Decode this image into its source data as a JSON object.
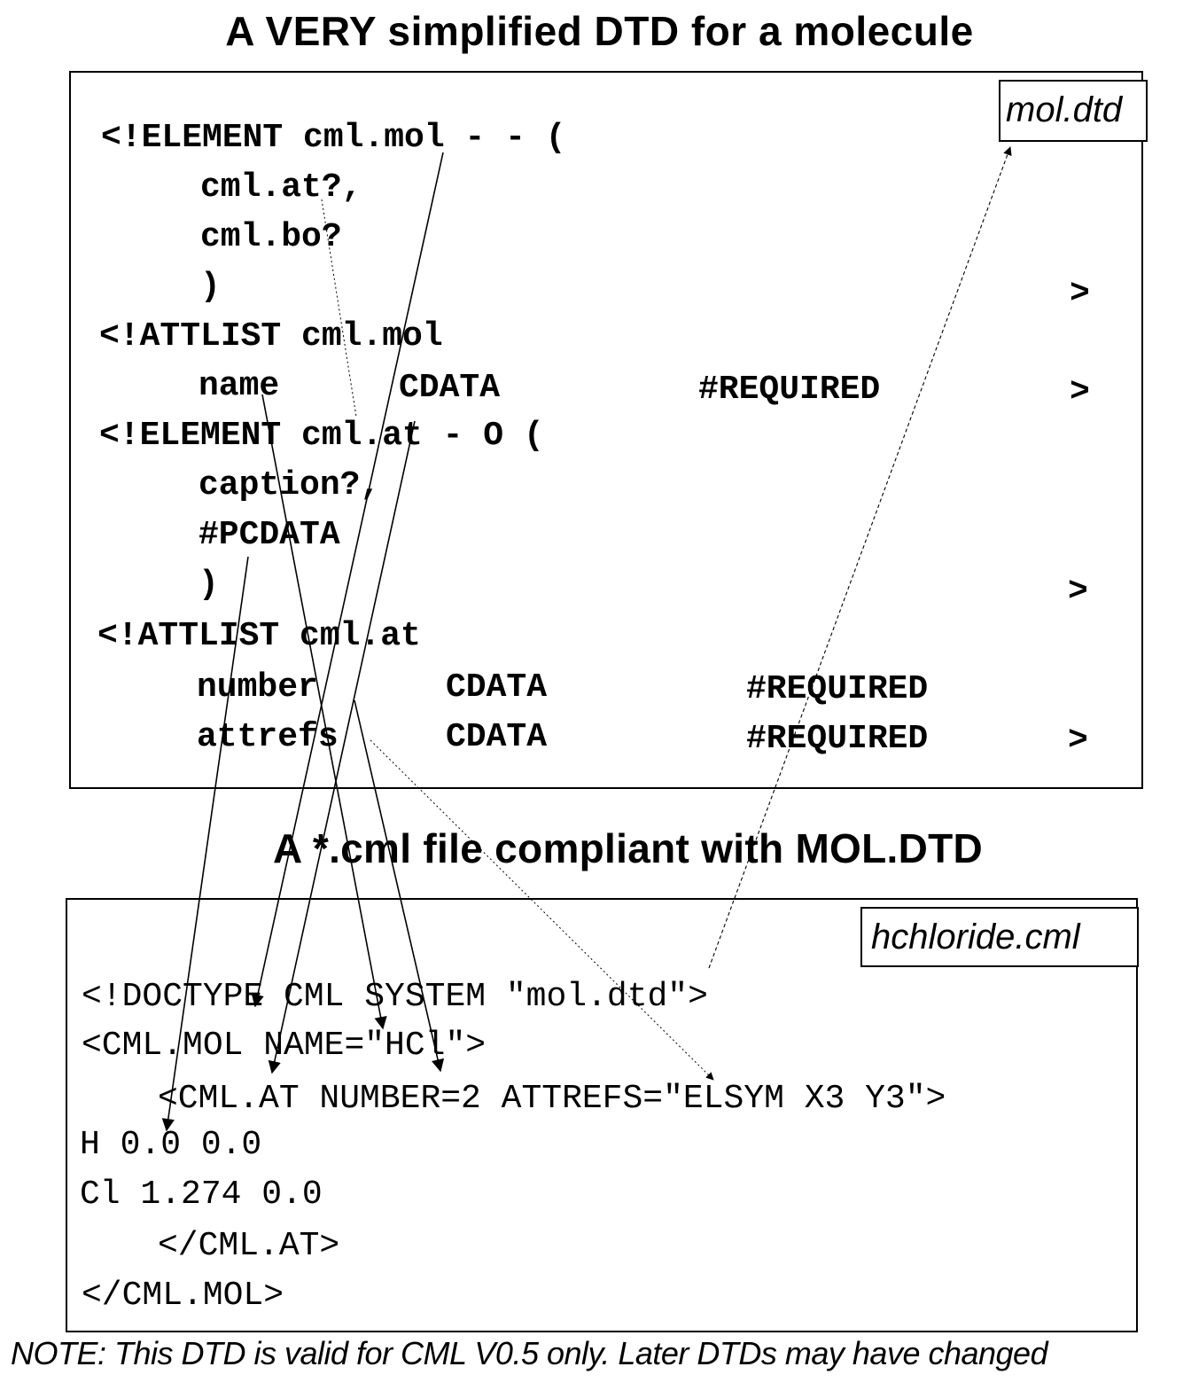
{
  "title_top": "A VERY simplified DTD for a molecule",
  "title_mid": "A *.cml file compliant with MOL.DTD",
  "dtd_filename": "mol.dtd",
  "cml_filename": "hchloride.cml",
  "dtd_lines": {
    "l1": "<!ELEMENT cml.mol - - (",
    "l2": "cml.at?,",
    "l3": "cml.bo?",
    "l4": ")",
    "l4_end": ">",
    "l5": "<!ATTLIST cml.mol",
    "l6_name": "name",
    "l6_type": "CDATA",
    "l6_req": "#REQUIRED",
    "l6_end": ">",
    "l7": "<!ELEMENT cml.at - O (",
    "l8": "caption?,",
    "l9": "#PCDATA",
    "l10": ")",
    "l10_end": ">",
    "l11": "<!ATTLIST cml.at",
    "l12_name": "number",
    "l12_type": "CDATA",
    "l12_req": "#REQUIRED",
    "l13_name": "attrefs",
    "l13_type": "CDATA",
    "l13_req": "#REQUIRED",
    "l13_end": ">"
  },
  "cml_lines": {
    "l1": "<!DOCTYPE CML SYSTEM \"mol.dtd\">",
    "l2": "<CML.MOL NAME=\"HCl\">",
    "l3": "<CML.AT NUMBER=2 ATTREFS=\"ELSYM X3 Y3\">",
    "l4": "H 0.0 0.0",
    "l5": "Cl 1.274 0.0",
    "l6": "</CML.AT>",
    "l7": "</CML.MOL>"
  },
  "note": "NOTE:  This DTD is valid for CML V0.5 only.  Later DTDs may have changed"
}
